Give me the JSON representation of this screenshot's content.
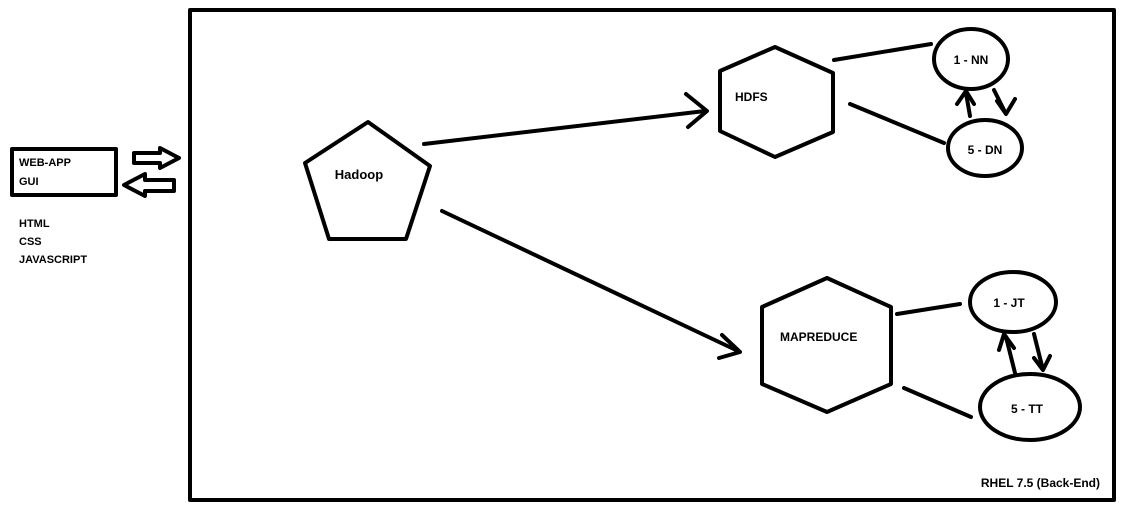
{
  "frontend": {
    "box_line1": "WEB-APP",
    "box_line2": "GUI",
    "tech": [
      "HTML",
      "CSS",
      "JAVASCRIPT"
    ]
  },
  "backend": {
    "label": "RHEL 7.5 (Back-End)"
  },
  "nodes": {
    "hadoop": "Hadoop",
    "hdfs": "HDFS",
    "mapreduce": "MAPREDUCE",
    "nn": "1 - NN",
    "dn": "5 - DN",
    "jt": "1 -  JT",
    "tt": "5 - TT"
  },
  "colors": {
    "stroke": "#000000",
    "background": "#ffffff"
  }
}
